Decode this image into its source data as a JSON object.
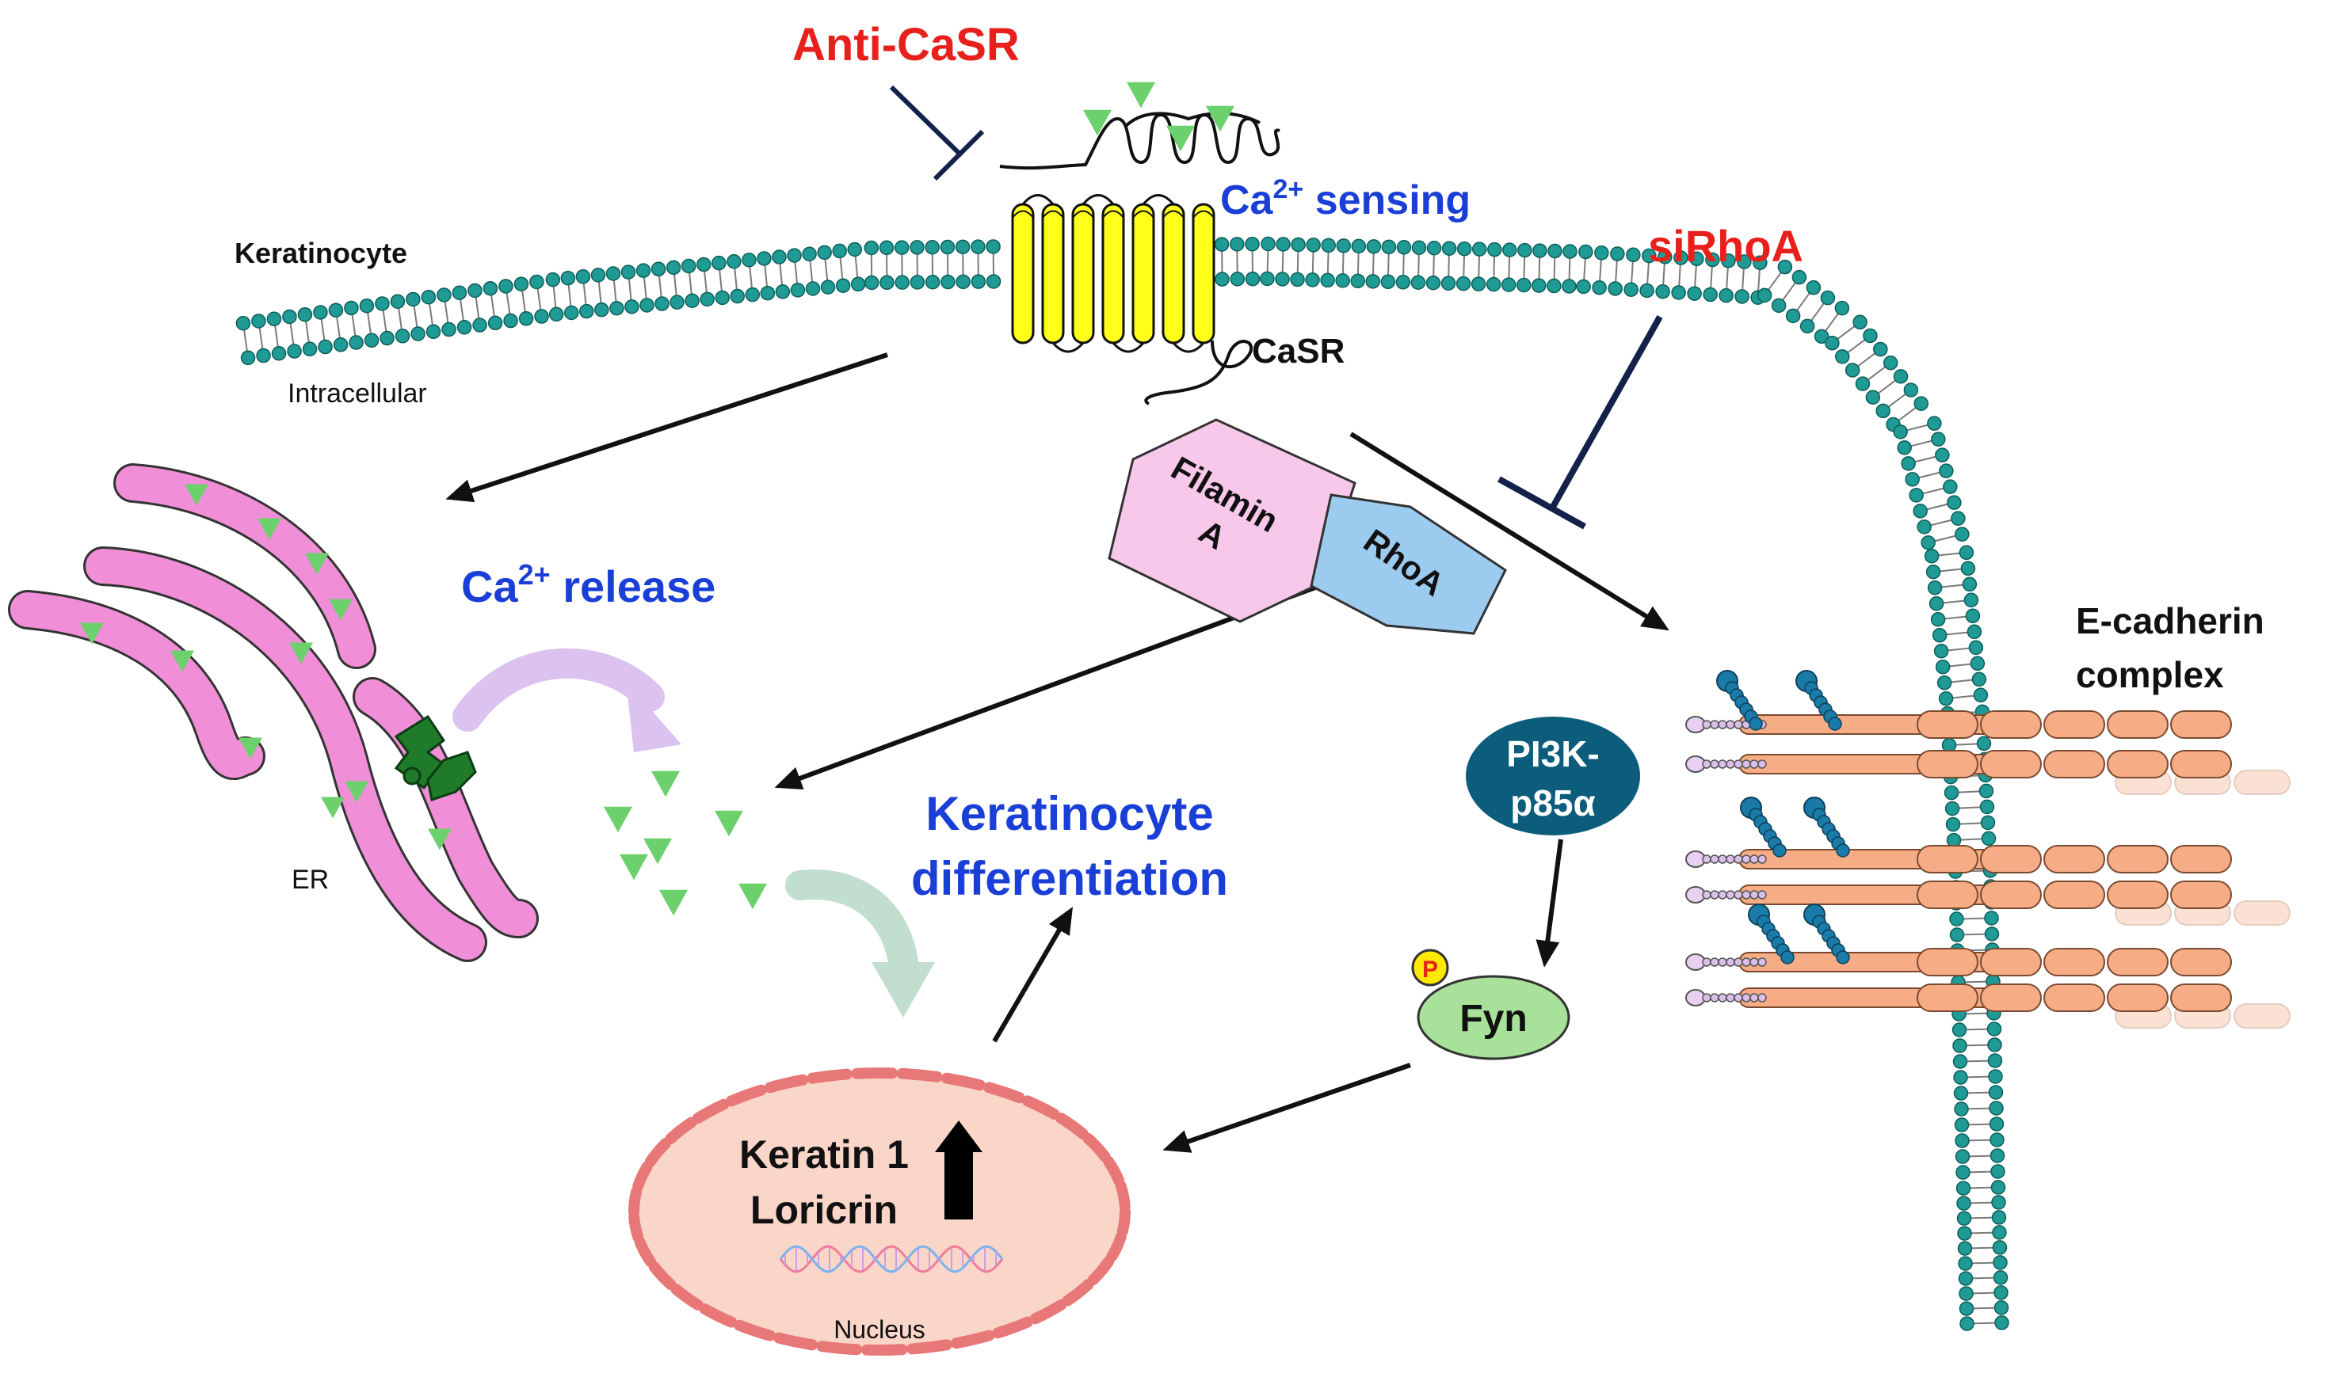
{
  "labels": {
    "anti_casr": "Anti-CaSR",
    "ca_sensing": "Ca",
    "ca_sensing_sup": "2+",
    "ca_sensing_tail": " sensing",
    "keratinocyte": "Keratinocyte",
    "intracellular": "Intracellular",
    "casr": "CaSR",
    "sirhoa": "siRhoA",
    "filamin_line1": "Filamin",
    "filamin_line2": "A",
    "rhoa": "RhoA",
    "ca_release": "Ca",
    "ca_release_sup": "2+",
    "ca_release_tail": " release",
    "er": "ER",
    "ecad_line1": "E-cadherin",
    "ecad_line2": "complex",
    "pi3k_line1": "PI3K-",
    "pi3k_line2": "p85α",
    "p": "P",
    "fyn": "Fyn",
    "kd_line1": "Keratinocyte",
    "kd_line2": "differentiation",
    "nuc_line1": "Keratin 1",
    "nuc_line2": "Loricrin",
    "nucleus": "Nucleus"
  },
  "colors": {
    "red_label": "#e8201c",
    "blue_label": "#1a3fd6",
    "membrane_bead": "#1f9a94",
    "er_pink": "#f08fd8",
    "calcium": "#6cd06c",
    "receptor_yellow": "#ffff1a",
    "filamin_pink": "#f8c8ea",
    "rhoa_blue": "#9ccbf0",
    "pi3k_navy": "#0c5c7c",
    "fyn_green": "#a8e29a",
    "nucleus_fill": "#fad6c8",
    "nucleus_border": "#e87878",
    "cadherin_orange": "#f6ad86"
  }
}
